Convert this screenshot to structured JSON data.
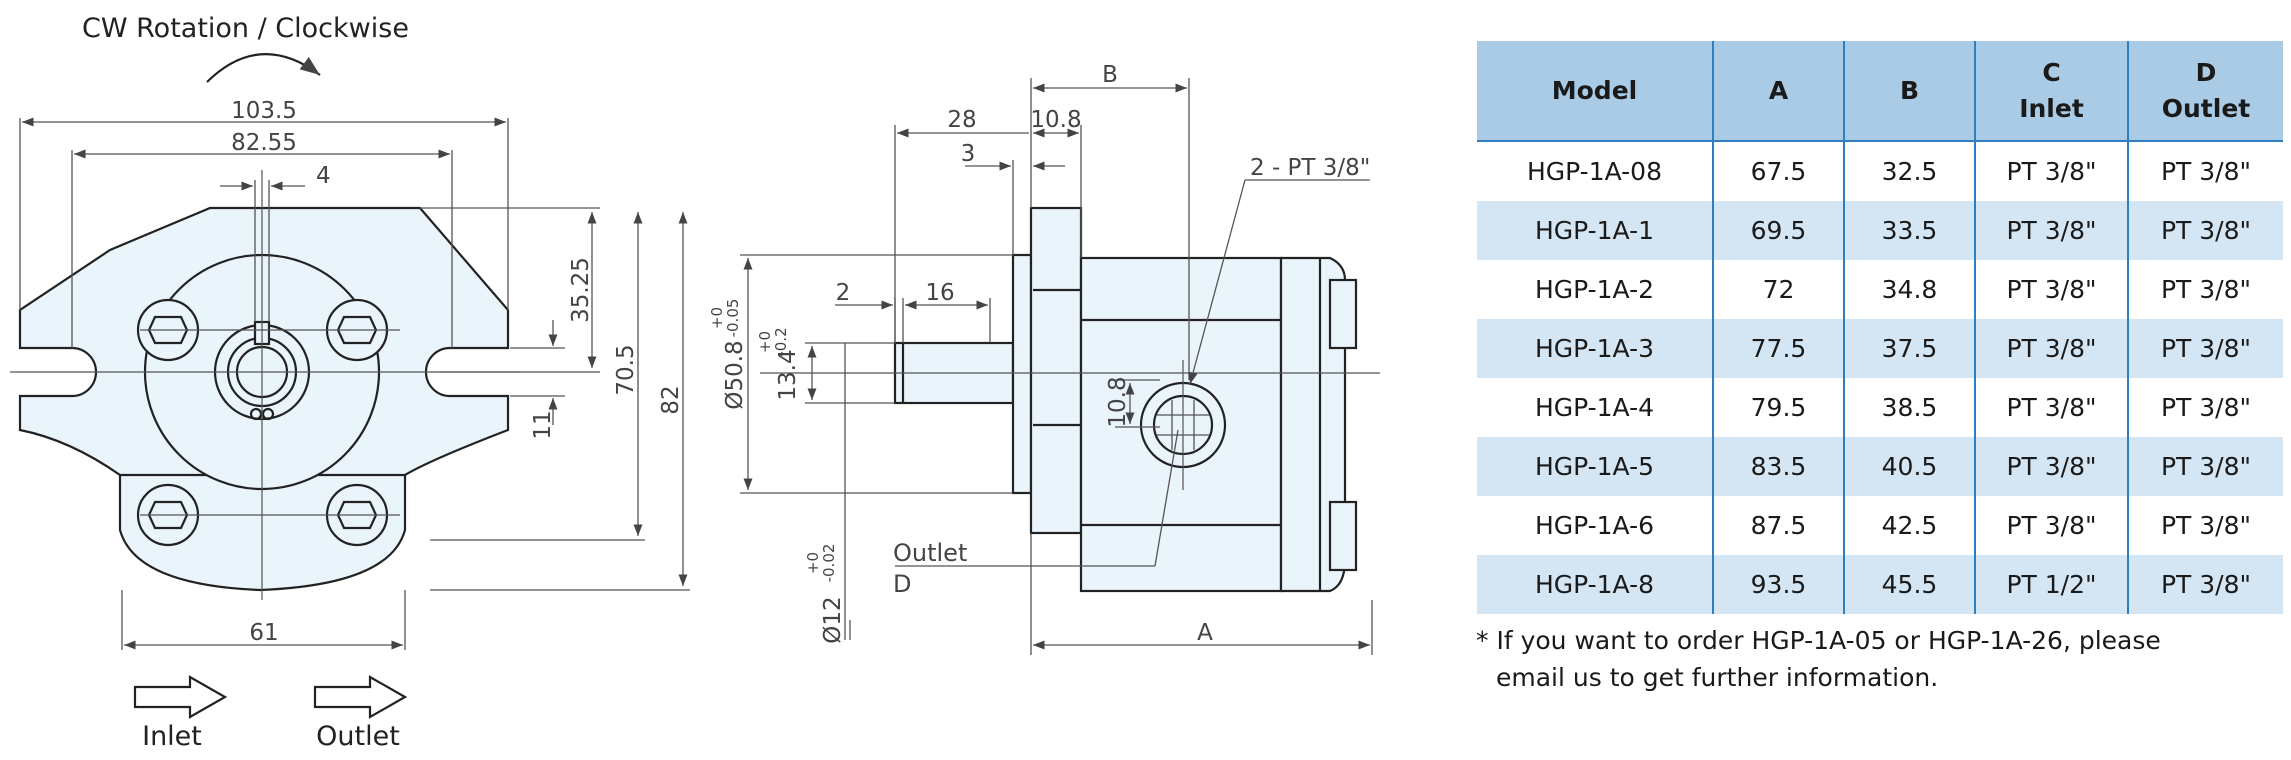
{
  "rotation_label": "CW Rotation / Clockwise",
  "front_view": {
    "dims": {
      "overall_width": "103.5",
      "bolt_spacing": "82.55",
      "key_width": "4",
      "shaft_height": "35.25",
      "bolt_height": "70.5",
      "overall_height": "82",
      "slot": "11",
      "base_width": "61"
    },
    "port_labels": {
      "inlet": "Inlet",
      "outlet": "Outlet"
    }
  },
  "side_view": {
    "dims": {
      "b": "B",
      "d28": "28",
      "d10_8_top": "10.8",
      "d3": "3",
      "port_thread": "2 - PT 3/8\"",
      "d2": "2",
      "d16": "16",
      "pilot_dia": "Ø50.8",
      "pilot_tol": [
        "+0",
        "-0.05"
      ],
      "key_height": "13.4",
      "key_tol": [
        "+0",
        "-0.2"
      ],
      "port_dim": "10.8",
      "shaft_dia": "Ø12",
      "shaft_tol": [
        "+0",
        "-0.02"
      ],
      "a": "A"
    },
    "outlet_label": [
      "Outlet",
      "D"
    ]
  },
  "table": {
    "headers": [
      [
        "Model"
      ],
      [
        "A"
      ],
      [
        "B"
      ],
      [
        "C",
        "Inlet"
      ],
      [
        "D",
        "Outlet"
      ]
    ],
    "rows": [
      [
        "HGP-1A-08",
        "67.5",
        "32.5",
        "PT 3/8\"",
        "PT 3/8\""
      ],
      [
        "HGP-1A-1",
        "69.5",
        "33.5",
        "PT 3/8\"",
        "PT 3/8\""
      ],
      [
        "HGP-1A-2",
        "72",
        "34.8",
        "PT 3/8\"",
        "PT 3/8\""
      ],
      [
        "HGP-1A-3",
        "77.5",
        "37.5",
        "PT 3/8\"",
        "PT 3/8\""
      ],
      [
        "HGP-1A-4",
        "79.5",
        "38.5",
        "PT 3/8\"",
        "PT 3/8\""
      ],
      [
        "HGP-1A-5",
        "83.5",
        "40.5",
        "PT 3/8\"",
        "PT 3/8\""
      ],
      [
        "HGP-1A-6",
        "87.5",
        "42.5",
        "PT 3/8\"",
        "PT 3/8\""
      ],
      [
        "HGP-1A-8",
        "93.5",
        "45.5",
        "PT 1/2\"",
        "PT 3/8\""
      ]
    ]
  },
  "note": {
    "line1": "* If you want to order HGP-1A-05 or HGP-1A-26, please",
    "line2": "email us to get further information."
  },
  "colors": {
    "header_bg": "#a9cbe6",
    "row_alt_bg": "#d4e6f3",
    "divider": "#2f7ebf",
    "part_fill": "#eaf4fb"
  }
}
